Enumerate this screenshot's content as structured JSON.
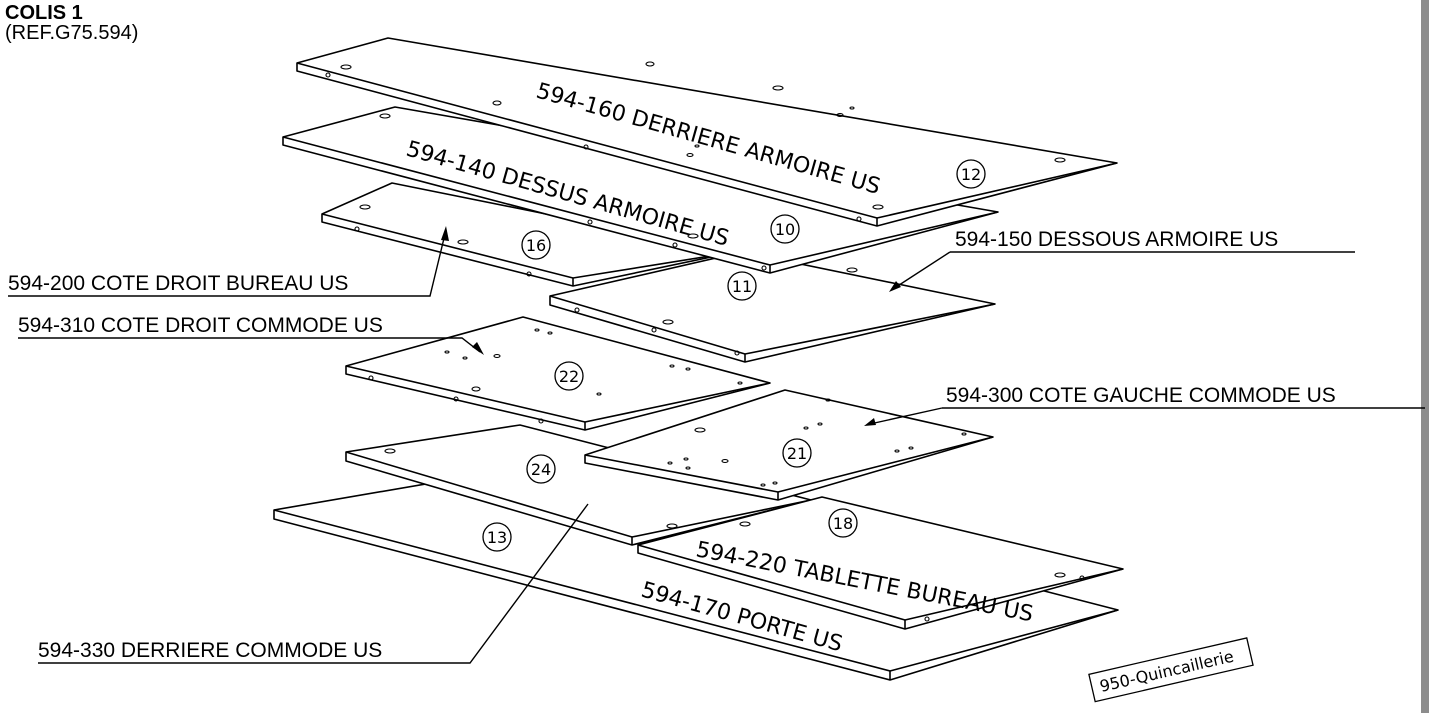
{
  "header": {
    "title": "COLIS 1",
    "reference": "(REF.G75.594)"
  },
  "panels": [
    {
      "id": "12",
      "label": "594-160 DERRIERE ARMOIRE US"
    },
    {
      "id": "10",
      "label": "594-140 DESSUS ARMOIRE US"
    },
    {
      "id": "16",
      "label": "594-200 COTE DROIT BUREAU US"
    },
    {
      "id": "11",
      "label": "594-150 DESSOUS ARMOIRE US"
    },
    {
      "id": "22",
      "label": "594-310 COTE DROIT COMMODE US"
    },
    {
      "id": "21",
      "label": "594-300 COTE GAUCHE COMMODE US"
    },
    {
      "id": "24",
      "label": "594-330 DERRIERE COMMODE US"
    },
    {
      "id": "18",
      "label": "594-220 TABLETTE BUREAU US"
    },
    {
      "id": "13",
      "label": "594-170 PORTE US"
    }
  ],
  "hardware": {
    "label": "950-Quincaillerie"
  },
  "colors": {
    "line": "#000000",
    "panel_fill": "#ffffff",
    "right_rule": "#8c8c8c"
  }
}
